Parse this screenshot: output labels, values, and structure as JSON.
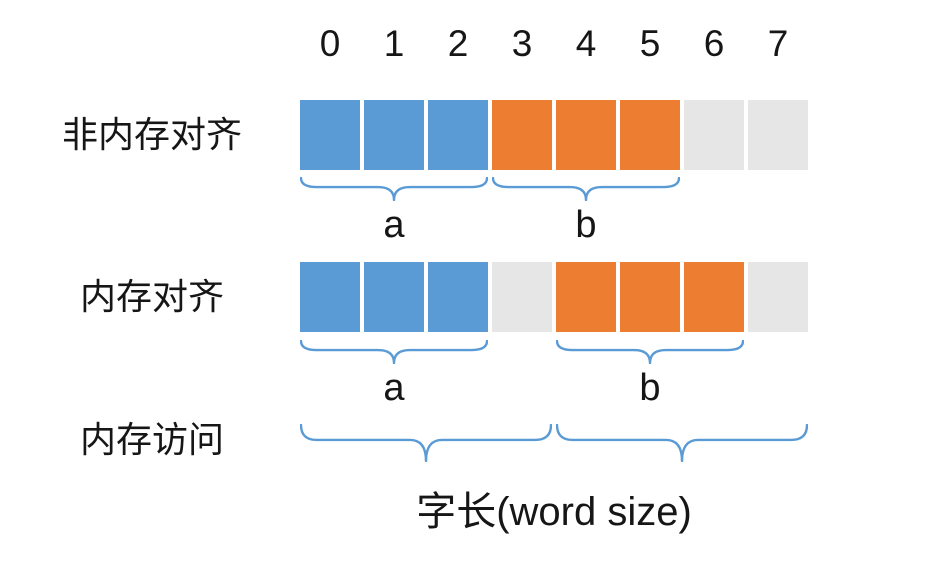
{
  "colors": {
    "blue": "#5B9BD5",
    "orange": "#ED7D31",
    "gray": "#E7E6E6",
    "brace": "#5B9BD5"
  },
  "byte_indices": [
    "0",
    "1",
    "2",
    "3",
    "4",
    "5",
    "6",
    "7"
  ],
  "rows": [
    {
      "label": "非内存对齐",
      "cells": [
        "blue",
        "blue",
        "blue",
        "orange",
        "orange",
        "orange",
        "gray",
        "gray"
      ],
      "braces": [
        {
          "start": 0,
          "span": 3,
          "label": "a"
        },
        {
          "start": 3,
          "span": 3,
          "label": "b"
        }
      ]
    },
    {
      "label": "内存对齐",
      "cells": [
        "blue",
        "blue",
        "blue",
        "gray",
        "orange",
        "orange",
        "orange",
        "gray"
      ],
      "braces": [
        {
          "start": 0,
          "span": 3,
          "label": "a"
        },
        {
          "start": 4,
          "span": 3,
          "label": "b"
        }
      ]
    }
  ],
  "memory_access": {
    "label": "内存访问",
    "braces": [
      {
        "start": 0,
        "span": 4
      },
      {
        "start": 4,
        "span": 4
      }
    ]
  },
  "word_size_label": "字长(word size)"
}
